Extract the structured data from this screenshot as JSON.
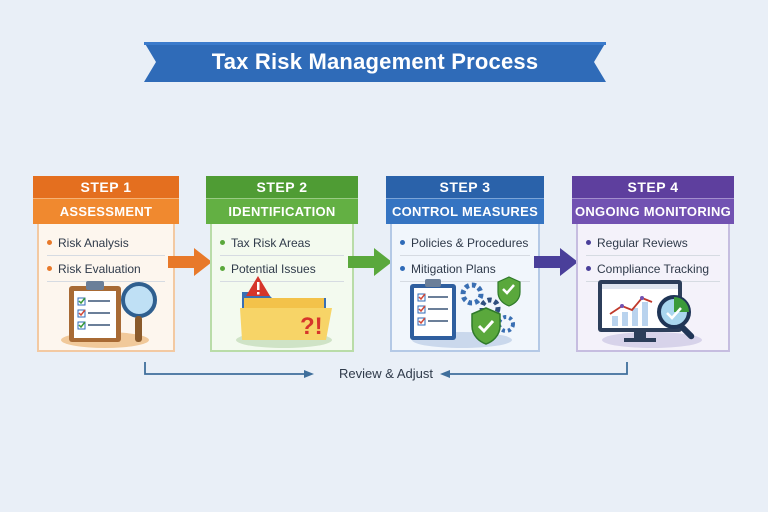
{
  "title": "Tax Risk Management Process",
  "colors": {
    "background": "#e9eff7",
    "banner": "#2f6bb8",
    "step1": "#e8792a",
    "step2": "#5aa83c",
    "step3": "#2f6bb8",
    "step4": "#6a48a8",
    "review_arrow": "#3f6f9c"
  },
  "steps": [
    {
      "step_label": "STEP 1",
      "name": "ASSESSMENT",
      "bullets": [
        "Risk Analysis",
        "Risk Evaluation"
      ],
      "icon": "clipboard-magnifier-icon"
    },
    {
      "step_label": "STEP 2",
      "name": "IDENTIFICATION",
      "bullets": [
        "Tax Risk Areas",
        "Potential Issues"
      ],
      "icon": "folder-warning-icon"
    },
    {
      "step_label": "STEP 3",
      "name": "CONTROL MEASURES",
      "bullets": [
        "Policies & Procedures",
        "Mitigation Plans"
      ],
      "icon": "clipboard-gears-shield-icon"
    },
    {
      "step_label": "STEP 4",
      "name": "ONGOING MONITORING",
      "bullets": [
        "Regular Reviews",
        "Compliance Tracking"
      ],
      "icon": "monitor-chart-magnifier-icon"
    }
  ],
  "feedback_loop": {
    "label": "Review & Adjust"
  }
}
